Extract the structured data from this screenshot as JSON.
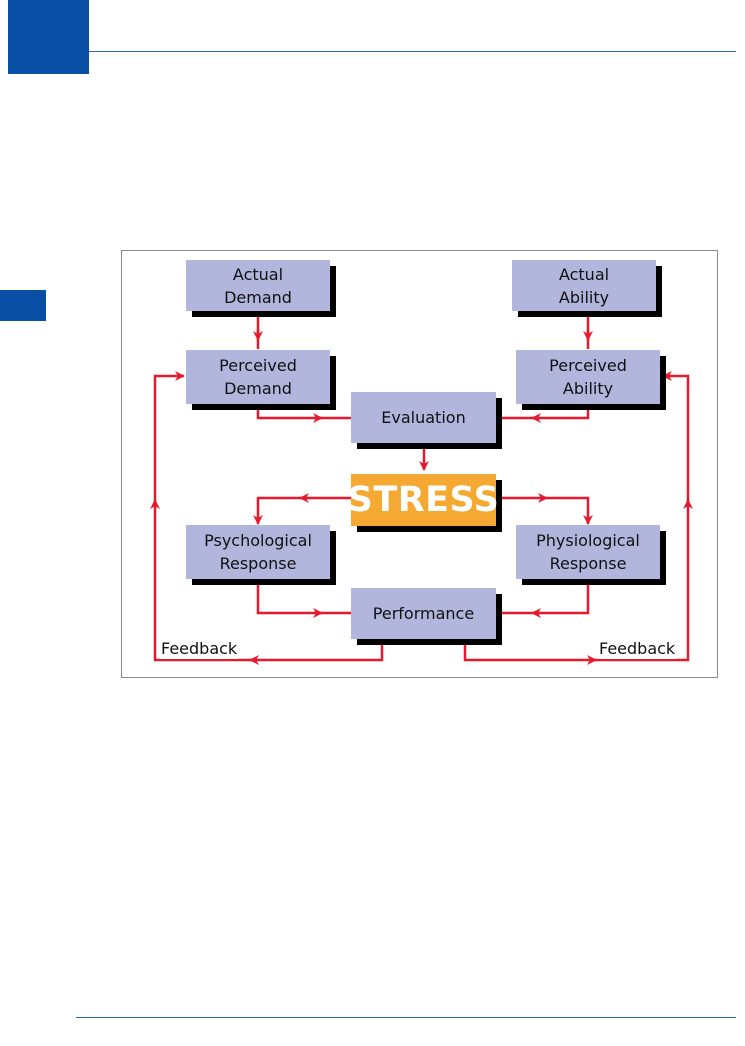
{
  "colors": {
    "page_accent": "#0a4fa6",
    "box_fill": "#b2b5dc",
    "stress_fill": "#f5a832",
    "arrow": "#e8192c"
  },
  "diagram": {
    "nodes": {
      "actual_demand": "Actual\nDemand",
      "actual_ability": "Actual\nAbility",
      "perceived_demand": "Perceived\nDemand",
      "perceived_ability": "Perceived\nAbility",
      "evaluation": "Evaluation",
      "stress": "STRESS",
      "psychological_response": "Psychological\nResponse",
      "physiological_response": "Physiological\nResponse",
      "performance": "Performance"
    },
    "feedback_left": "Feedback",
    "feedback_right": "Feedback",
    "edges": [
      [
        "actual_demand",
        "perceived_demand"
      ],
      [
        "actual_ability",
        "perceived_ability"
      ],
      [
        "perceived_demand",
        "evaluation"
      ],
      [
        "perceived_ability",
        "evaluation"
      ],
      [
        "evaluation",
        "stress"
      ],
      [
        "stress",
        "psychological_response"
      ],
      [
        "stress",
        "physiological_response"
      ],
      [
        "psychological_response",
        "performance"
      ],
      [
        "physiological_response",
        "performance"
      ],
      [
        "performance",
        "perceived_demand"
      ],
      [
        "performance",
        "perceived_ability"
      ]
    ]
  }
}
